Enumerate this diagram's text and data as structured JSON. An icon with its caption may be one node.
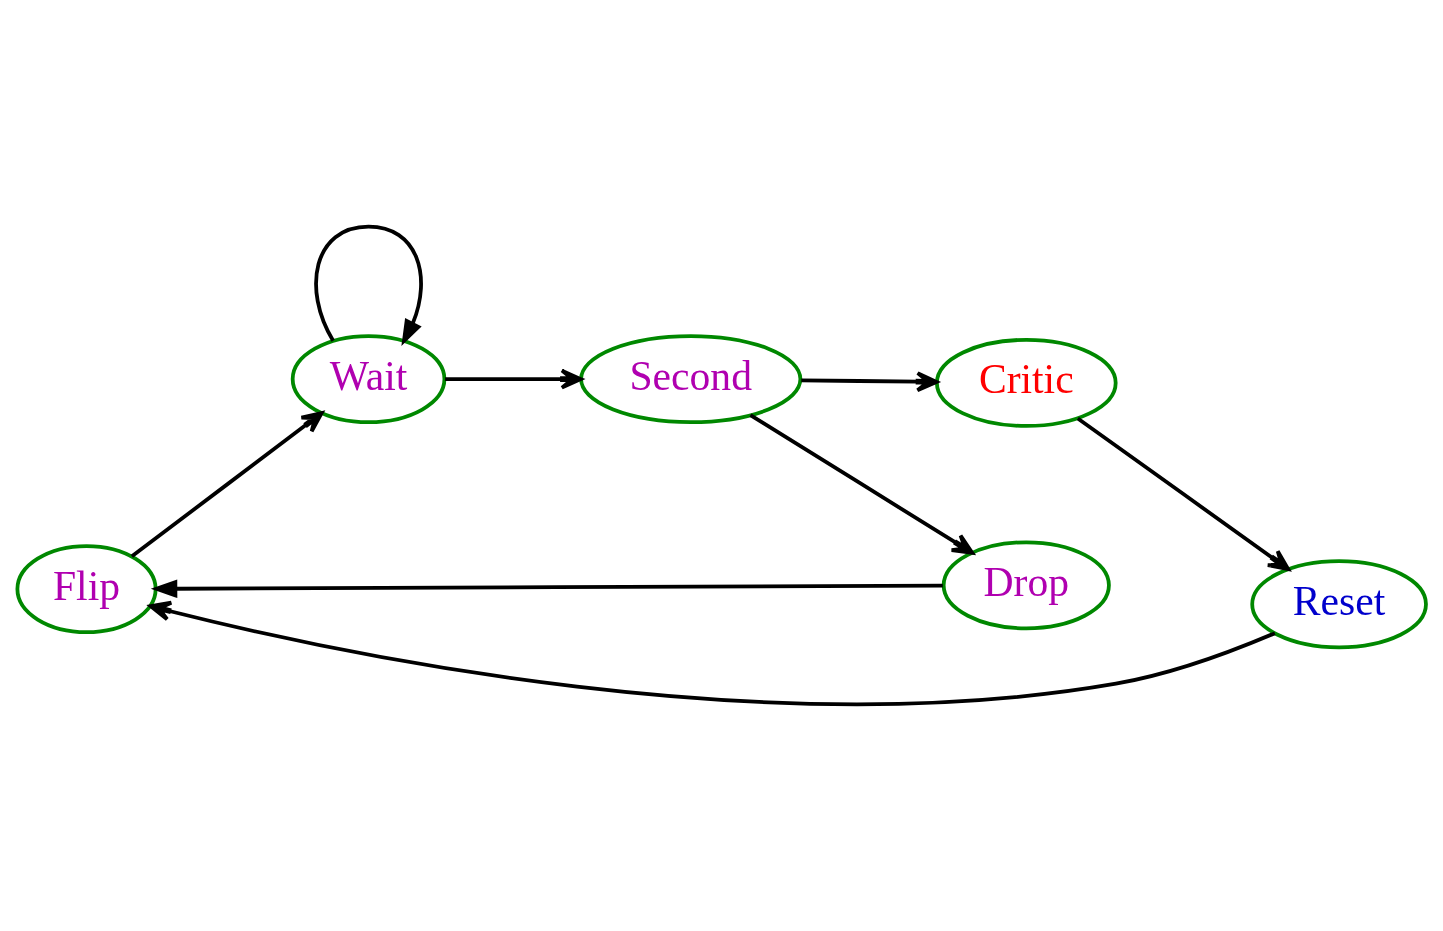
{
  "diagram": {
    "nodes": [
      {
        "text": [
          "Flip"
        ]
      },
      {
        "text": [
          "Wait"
        ]
      },
      {
        "text": [
          "Second"
        ]
      },
      {
        "text": [
          "Drop"
        ]
      },
      {
        "text": [
          "Critic"
        ]
      },
      {
        "text": [
          "Reset"
        ]
      }
    ],
    "edges": [
      {
        "from": 0,
        "to": 1,
        "arrow": "to"
      },
      {
        "from": 1,
        "to": 1,
        "arrow": "to"
      },
      {
        "from": 1,
        "to": 2,
        "arrow": "to"
      },
      {
        "from": 2,
        "to": 3,
        "arrow": "to"
      },
      {
        "from": 2,
        "to": 4,
        "arrow": "to"
      },
      {
        "from": 4,
        "to": 5,
        "arrow": "to"
      },
      {
        "from": 5,
        "to": 0,
        "arrow": "to"
      },
      {
        "from": 3,
        "to": 0,
        "arrow": "to"
      }
    ]
  }
}
